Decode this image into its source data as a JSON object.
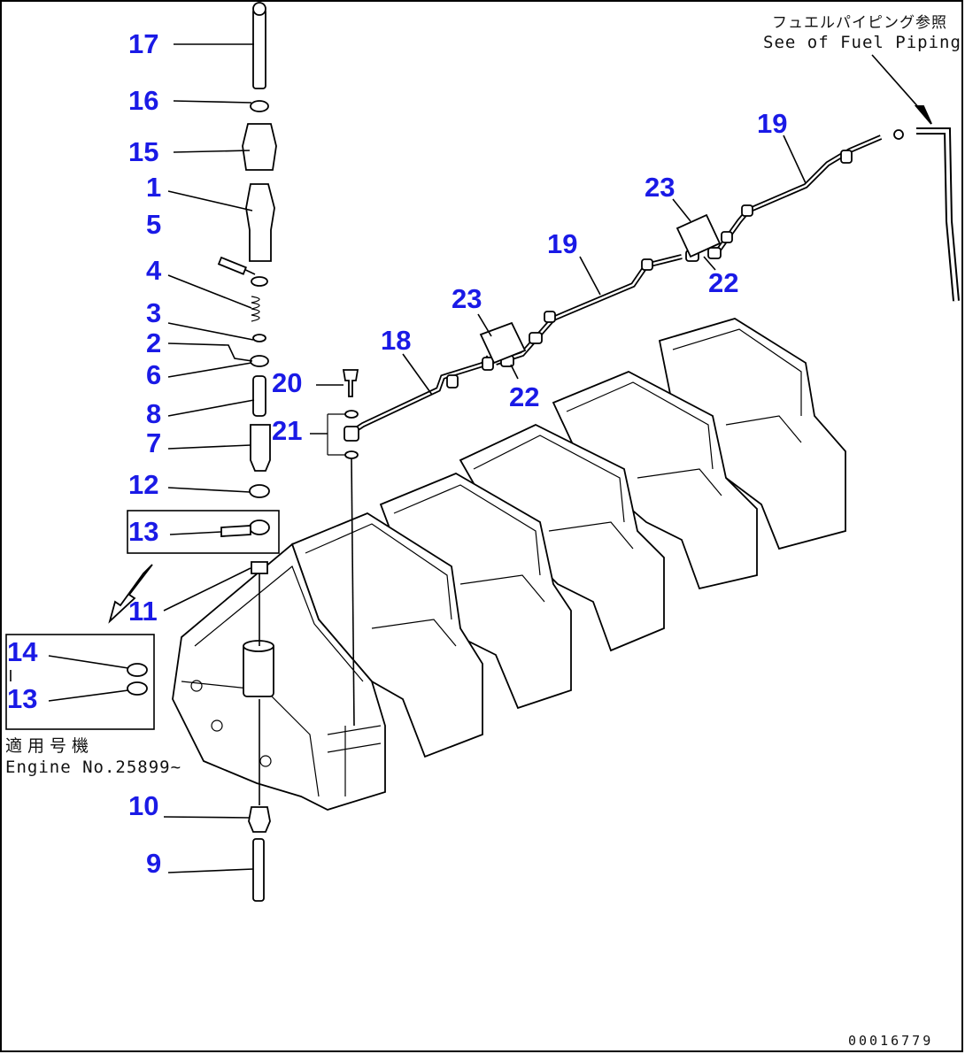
{
  "diagram": {
    "callouts": {
      "c17": "17",
      "c16": "16",
      "c15": "15",
      "c1": "1",
      "c5": "5",
      "c4": "4",
      "c3": "3",
      "c2": "2",
      "c6": "6",
      "c8": "8",
      "c7": "7",
      "c12": "12",
      "c13a": "13",
      "c11": "11",
      "c14": "14",
      "c13b": "13",
      "c10": "10",
      "c9": "9",
      "c20": "20",
      "c21": "21",
      "c18": "18",
      "c19a": "19",
      "c19b": "19",
      "c23a": "23",
      "c23b": "23",
      "c22a": "22",
      "c22b": "22"
    },
    "notes": {
      "fuel_piping_jp": "フュエルパイピング参照",
      "fuel_piping_en": "See of Fuel Piping",
      "applicable_jp": "適用号機",
      "engine_no": "Engine No.25899~",
      "drawing_id": "00016779"
    }
  }
}
